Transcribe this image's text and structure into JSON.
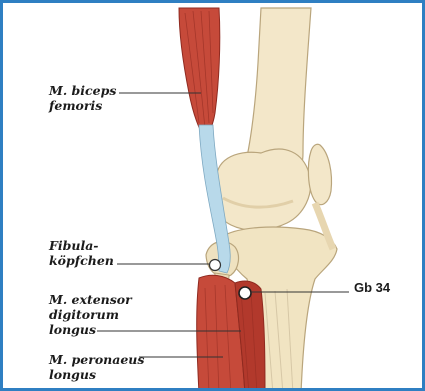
{
  "labels": {
    "biceps": [
      "M. biceps",
      "femoris"
    ],
    "fibula": [
      "Fibula-",
      "köpfchen"
    ],
    "extensor": [
      "M. extensor",
      "digitorum",
      "longus"
    ],
    "peronaeus": [
      "M. peronaeus",
      "longus"
    ],
    "point": "Gb 34"
  },
  "colors": {
    "frame": "#2f7fc2",
    "bone": "#f3e7c9",
    "bone_shadow": "#d8c59a",
    "muscle": "#c64a3a",
    "muscle_dark": "#8f2a20",
    "tendon": "#b8d9ea"
  }
}
